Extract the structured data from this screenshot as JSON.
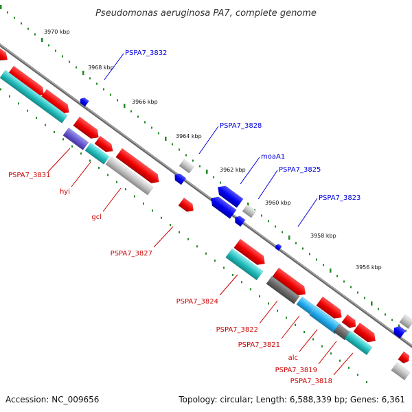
{
  "title": "Pseudomonas aeruginosa PA7, complete genome",
  "footer": {
    "accession": "Accession: NC_009656",
    "summary": "Topology: circular; Length: 6,588,339 bp; Genes: 6,361"
  },
  "kbp_ticks": [
    "3970 kbp",
    "3968 kbp",
    "3966 kbp",
    "3964 kbp",
    "3962 kbp",
    "3960 kbp",
    "3958 kbp",
    "3956 kbp"
  ],
  "gene_labels_top": [
    "PSPA7_3832",
    "PSPA7_3828",
    "moaA1",
    "PSPA7_3825",
    "PSPA7_3823"
  ],
  "gene_labels_bottom": [
    "PSPA7_3831",
    "hyi",
    "gcl",
    "PSPA7_3827",
    "PSPA7_3824",
    "PSPA7_3822",
    "PSPA7_3821",
    "alc",
    "PSPA7_3819",
    "PSPA7_3818"
  ],
  "colors": {
    "forward_gene": "#0000ee",
    "reverse_gene": "#ee0000",
    "rna_feature": "#22bbbb",
    "misc_feature": "#bbbbbb",
    "backbone": "#777777",
    "scale_dots": "#228822",
    "label_top": "#0000dd",
    "label_bottom": "#cc0000"
  }
}
